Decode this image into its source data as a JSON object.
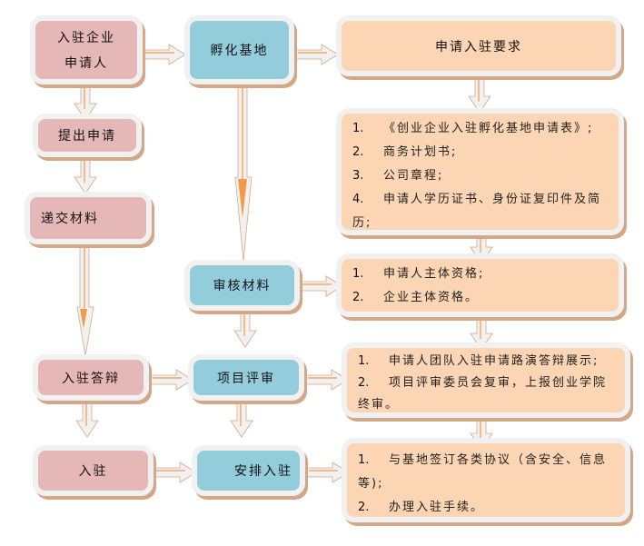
{
  "nodes": {
    "applicant": {
      "line1": "入驻企业",
      "line2": "申请人"
    },
    "incubator": {
      "label": "孵化基地"
    },
    "requirements_title": {
      "label": "申请入驻要求"
    },
    "submit_application": {
      "label": "提出申请"
    },
    "submit_materials": {
      "label": "递交材料"
    },
    "review_materials": {
      "label": "审核材料"
    },
    "defense": {
      "label": "入驻答辩"
    },
    "project_review": {
      "label": "项目评审"
    },
    "move_in": {
      "label": "入驻"
    },
    "arrange_move_in": {
      "label": "安排入驻"
    }
  },
  "notes": {
    "requirements": [
      {
        "num": "1.",
        "text": "《创业企业入驻孵化基地申请表》;"
      },
      {
        "num": "2.",
        "text": "商务计划书;"
      },
      {
        "num": "3.",
        "text": "公司章程;"
      },
      {
        "num": "4.",
        "text": "申请人学历证书、身份证复印件及简历;"
      }
    ],
    "qualification": [
      {
        "num": "1.",
        "text": "申请人主体资格;"
      },
      {
        "num": "2.",
        "text": "企业主体资格。"
      }
    ],
    "review": [
      {
        "num": "1.",
        "text": "申请人团队入驻申请路演答辩展示;"
      },
      {
        "num": "2.",
        "text": "项目评审委员会复审，上报创业学院终审。"
      }
    ],
    "settle": [
      {
        "num": "1.",
        "text": "与基地签订各类协议（含安全、信息等);"
      },
      {
        "num": "2.",
        "text": "办理入驻手续。"
      }
    ]
  },
  "colors": {
    "pink": "#e5b7b7",
    "blue": "#93cddb",
    "peach": "#fbd5b4",
    "arrow": "#f39a4a"
  }
}
